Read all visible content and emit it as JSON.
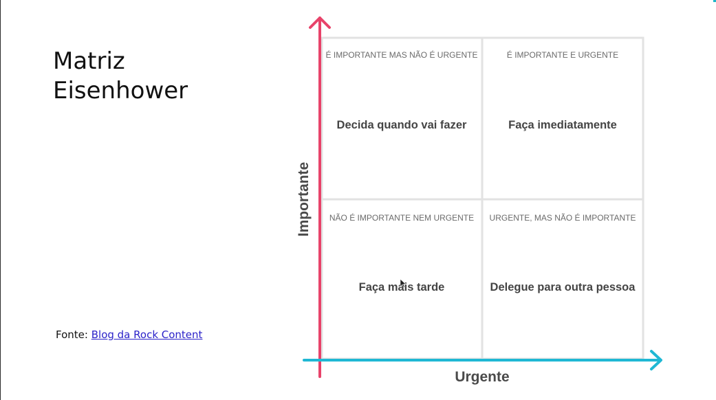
{
  "slide": {
    "title_line1": "Matriz",
    "title_line2": "Eisenhower",
    "source_label": "Fonte:",
    "source_link": "Blog da Rock Content"
  },
  "matrix": {
    "y_axis_label": "Importante",
    "x_axis_label": "Urgente",
    "quadrants": [
      {
        "header": "É IMPORTANTE MAS NÃO É URGENTE",
        "action": "Decida quando vai fazer"
      },
      {
        "header": "É IMPORTANTE E URGENTE",
        "action": "Faça imediatamente"
      },
      {
        "header": "NÃO É IMPORTANTE NEM URGENTE",
        "action": "Faça mais tarde"
      },
      {
        "header": "URGENTE, MAS NÃO É IMPORTANTE",
        "action": "Delegue para outra pessoa"
      }
    ]
  },
  "colors": {
    "y_axis": "#e8436a",
    "x_axis": "#1fb8d4",
    "grid": "#e2e2e2"
  }
}
